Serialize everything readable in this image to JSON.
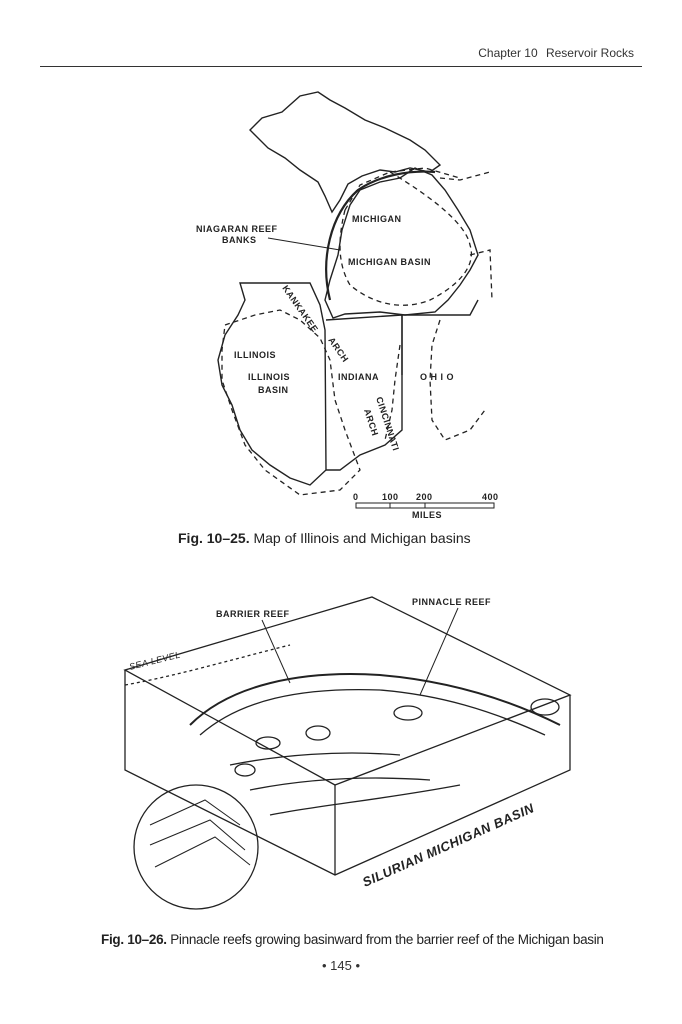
{
  "header": {
    "chapter": "Chapter 10",
    "title": "Reservoir Rocks"
  },
  "figure1": {
    "labels": {
      "niagaran_reef_banks": [
        "NIAGARAN  REEF",
        "BANKS"
      ],
      "michigan": "MICHIGAN",
      "michigan_basin": "MICHIGAN  BASIN",
      "kankakee_arch": "KANKAKEE",
      "arch": "ARCH",
      "illinois": "ILLINOIS",
      "illinois_basin": [
        "ILLINOIS",
        "BASIN"
      ],
      "indiana": "INDIANA",
      "ohio": "O H I O",
      "cincinnati_arch": [
        "CINCINNATI",
        "ARCH"
      ]
    },
    "scale": {
      "ticks": [
        "0",
        "100",
        "200",
        "400"
      ],
      "unit": "MILES"
    },
    "caption_number": "Fig. 10–25.",
    "caption_text": "Map of Illinois and Michigan basins"
  },
  "figure2": {
    "labels": {
      "barrier_reef": "BARRIER  REEF",
      "pinnacle_reef": "PINNACLE  REEF",
      "sea_level": "SEA LEVEL",
      "basin": "SILURIAN  MICHIGAN  BASIN"
    },
    "caption_number": "Fig. 10–26.",
    "caption_text": "Pinnacle reefs growing basinward from the barrier reef of the Michigan basin"
  },
  "page_number": "• 145 •"
}
